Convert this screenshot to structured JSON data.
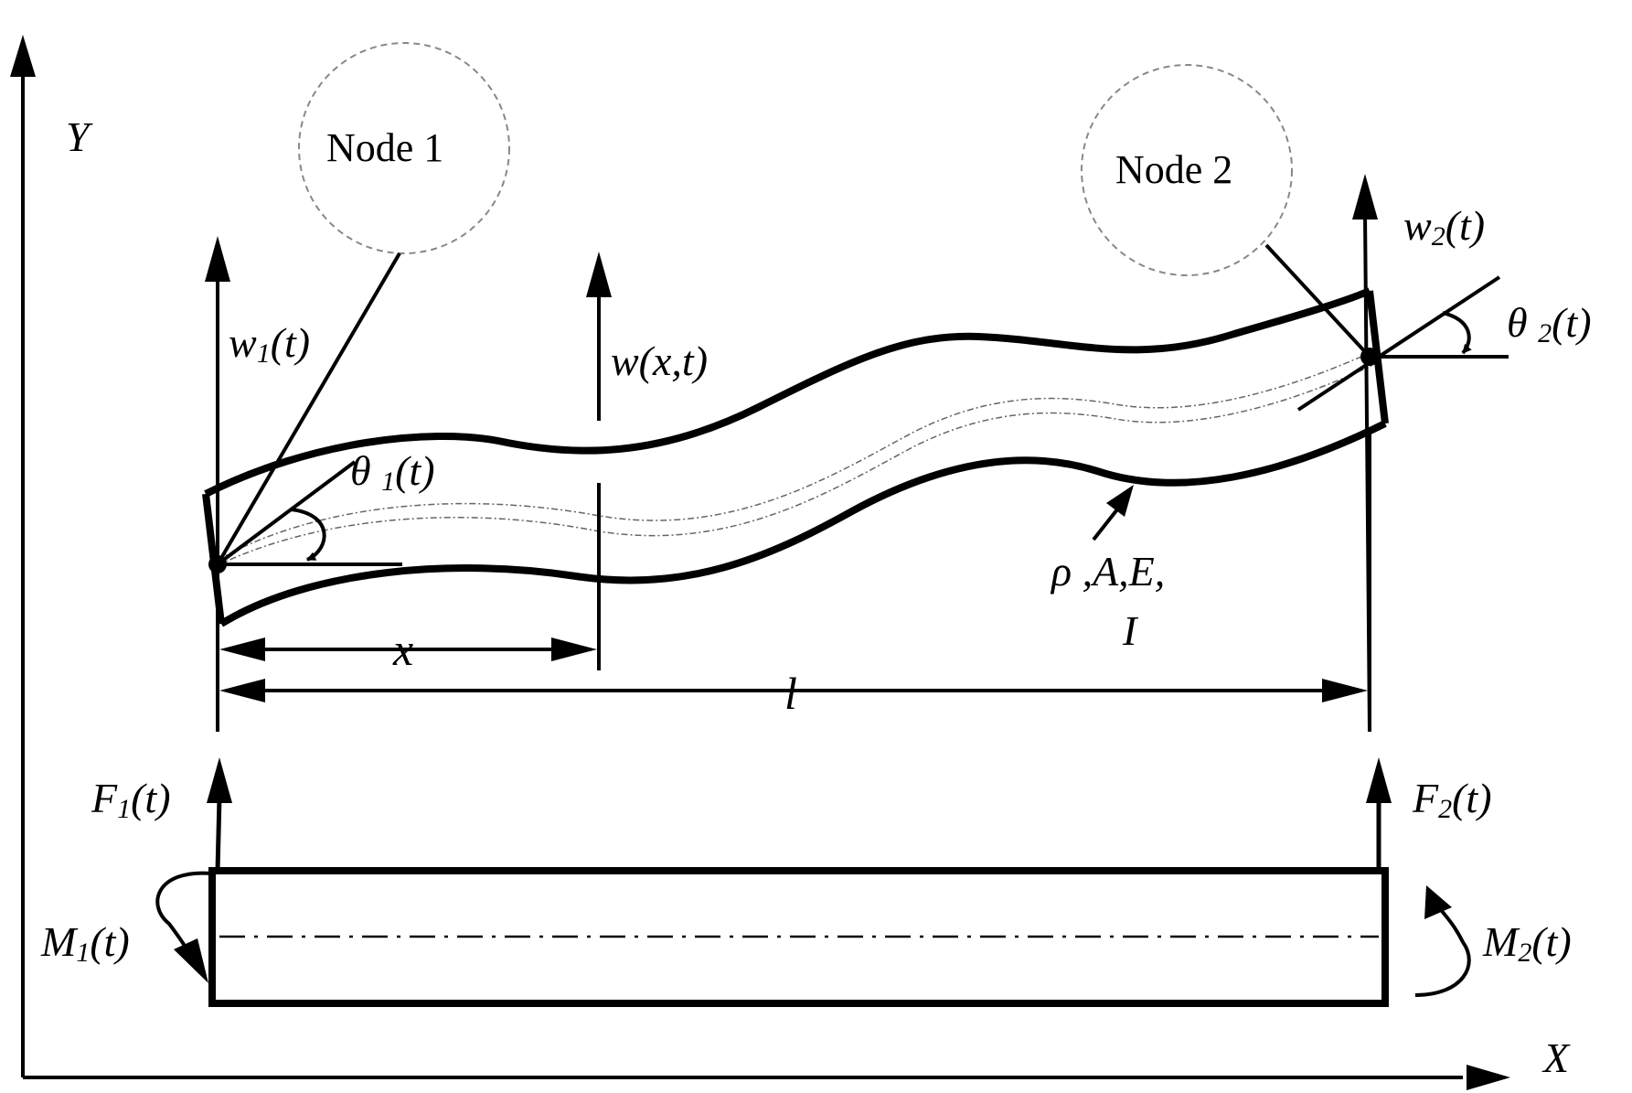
{
  "axes": {
    "x_label": "X",
    "y_label": "Y"
  },
  "nodes": {
    "node1": "Node 1",
    "node2": "Node 2"
  },
  "labels": {
    "w1": {
      "base": "w",
      "sub": "1",
      "tail": "(t)"
    },
    "w2": {
      "base": "w",
      "sub": "2",
      "tail": "(t)"
    },
    "wxt": "w(x,t)",
    "theta1": {
      "base": "θ ",
      "sub": "1",
      "tail": "(t)"
    },
    "theta2": {
      "base": "θ ",
      "sub": "2",
      "tail": "(t)"
    },
    "props_line1": "ρ ,A,E,",
    "props_line2": "I",
    "x_dim": "x",
    "l_dim": "l",
    "F1": {
      "base": "F",
      "sub": "1",
      "tail": "(t)"
    },
    "F2": {
      "base": "F",
      "sub": "2",
      "tail": "(t)"
    },
    "M1": {
      "base": "M",
      "sub": "1",
      "tail": "(t)"
    },
    "M2": {
      "base": "M",
      "sub": "2",
      "tail": "(t)"
    }
  }
}
